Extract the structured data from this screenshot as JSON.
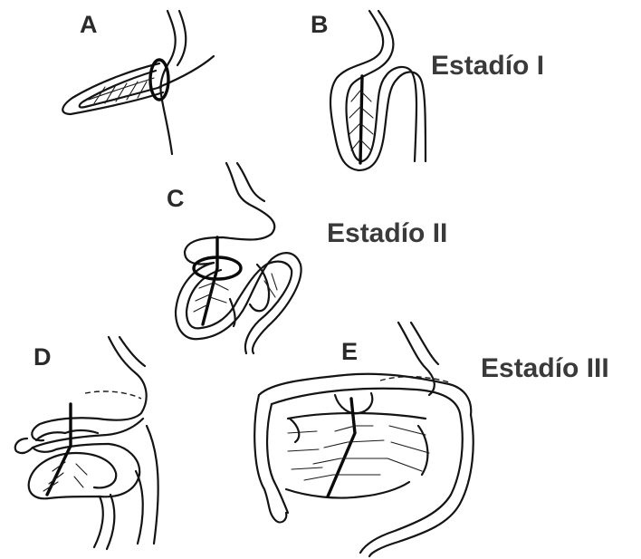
{
  "panels": {
    "a": {
      "letter": "A"
    },
    "b": {
      "letter": "B"
    },
    "c": {
      "letter": "C"
    },
    "d": {
      "letter": "D"
    },
    "e": {
      "letter": "E"
    }
  },
  "stages": {
    "one": "Estadío I",
    "two": "Estadío II",
    "three": "Estadío III"
  },
  "colors": {
    "ink": "#141414",
    "label": "#3a3a3a",
    "background": "#ffffff"
  }
}
